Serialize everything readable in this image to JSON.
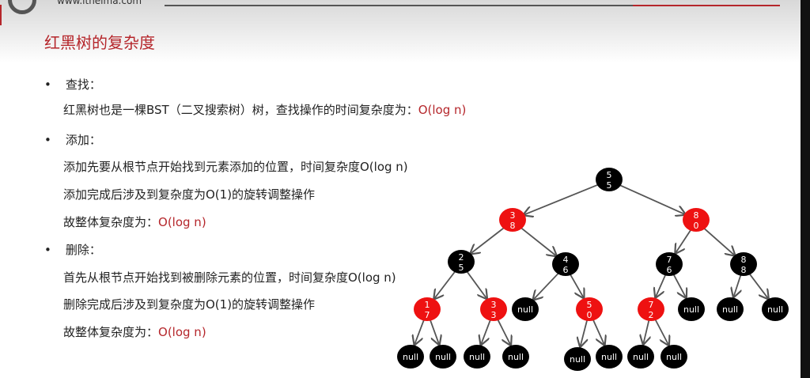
{
  "header": {
    "url": "www.itheima.com"
  },
  "title": "红黑树的复杂度",
  "bullets": [
    {
      "head": "查找：",
      "lines": [
        {
          "text": "红黑树也是一棵BST（二叉搜索树）树，查找操作的时间复杂度为：",
          "em": "O(log n)"
        }
      ]
    },
    {
      "head": "添加：",
      "lines": [
        {
          "text": "添加先要从根节点开始找到元素添加的位置，时间复杂度O(log n)",
          "em": ""
        },
        {
          "text": "添加完成后涉及到复杂度为O(1)的旋转调整操作",
          "em": ""
        },
        {
          "text": "故整体复杂度为：",
          "em": "O(log n)"
        }
      ]
    },
    {
      "head": "删除：",
      "lines": [
        {
          "text": "首先从根节点开始找到被删除元素的位置，时间复杂度O(log n)",
          "em": ""
        },
        {
          "text": "删除完成后涉及到复杂度为O(1)的旋转调整操作",
          "em": ""
        },
        {
          "text": "故整体复杂度为：",
          "em": "O(log n)"
        }
      ]
    }
  ],
  "tree": {
    "colors": {
      "red": "#ee1111",
      "black": "#000000"
    },
    "nodes": [
      {
        "id": "55",
        "l1": "5",
        "l2": "5",
        "c": "black"
      },
      {
        "id": "38",
        "l1": "3",
        "l2": "8",
        "c": "red",
        "p": "55"
      },
      {
        "id": "80",
        "l1": "8",
        "l2": "0",
        "c": "red",
        "p": "55"
      },
      {
        "id": "25",
        "l1": "2",
        "l2": "5",
        "c": "black",
        "p": "38"
      },
      {
        "id": "46",
        "l1": "4",
        "l2": "6",
        "c": "black",
        "p": "38"
      },
      {
        "id": "76",
        "l1": "7",
        "l2": "6",
        "c": "black",
        "p": "80"
      },
      {
        "id": "88",
        "l1": "8",
        "l2": "8",
        "c": "black",
        "p": "80"
      },
      {
        "id": "17",
        "l1": "1",
        "l2": "7",
        "c": "red",
        "p": "25"
      },
      {
        "id": "33",
        "l1": "3",
        "l2": "3",
        "c": "red",
        "p": "25"
      },
      {
        "id": "n1",
        "l1": "null",
        "c": "black",
        "p": "46"
      },
      {
        "id": "50",
        "l1": "5",
        "l2": "0",
        "c": "red",
        "p": "46"
      },
      {
        "id": "72",
        "l1": "7",
        "l2": "2",
        "c": "red",
        "p": "76"
      },
      {
        "id": "n2",
        "l1": "null",
        "c": "black",
        "p": "76"
      },
      {
        "id": "n3",
        "l1": "null",
        "c": "black",
        "p": "88"
      },
      {
        "id": "n4",
        "l1": "null",
        "c": "black",
        "p": "88"
      },
      {
        "id": "n5",
        "l1": "null",
        "c": "black",
        "p": "17"
      },
      {
        "id": "n6",
        "l1": "null",
        "c": "black",
        "p": "17"
      },
      {
        "id": "n7",
        "l1": "null",
        "c": "black",
        "p": "33"
      },
      {
        "id": "n8",
        "l1": "null",
        "c": "black",
        "p": "33"
      },
      {
        "id": "n9",
        "l1": "null",
        "c": "black",
        "p": "50"
      },
      {
        "id": "n10",
        "l1": "null",
        "c": "black",
        "p": "50"
      },
      {
        "id": "n11",
        "l1": "null",
        "c": "black",
        "p": "72"
      },
      {
        "id": "n12",
        "l1": "null",
        "c": "black",
        "p": "72"
      }
    ]
  }
}
